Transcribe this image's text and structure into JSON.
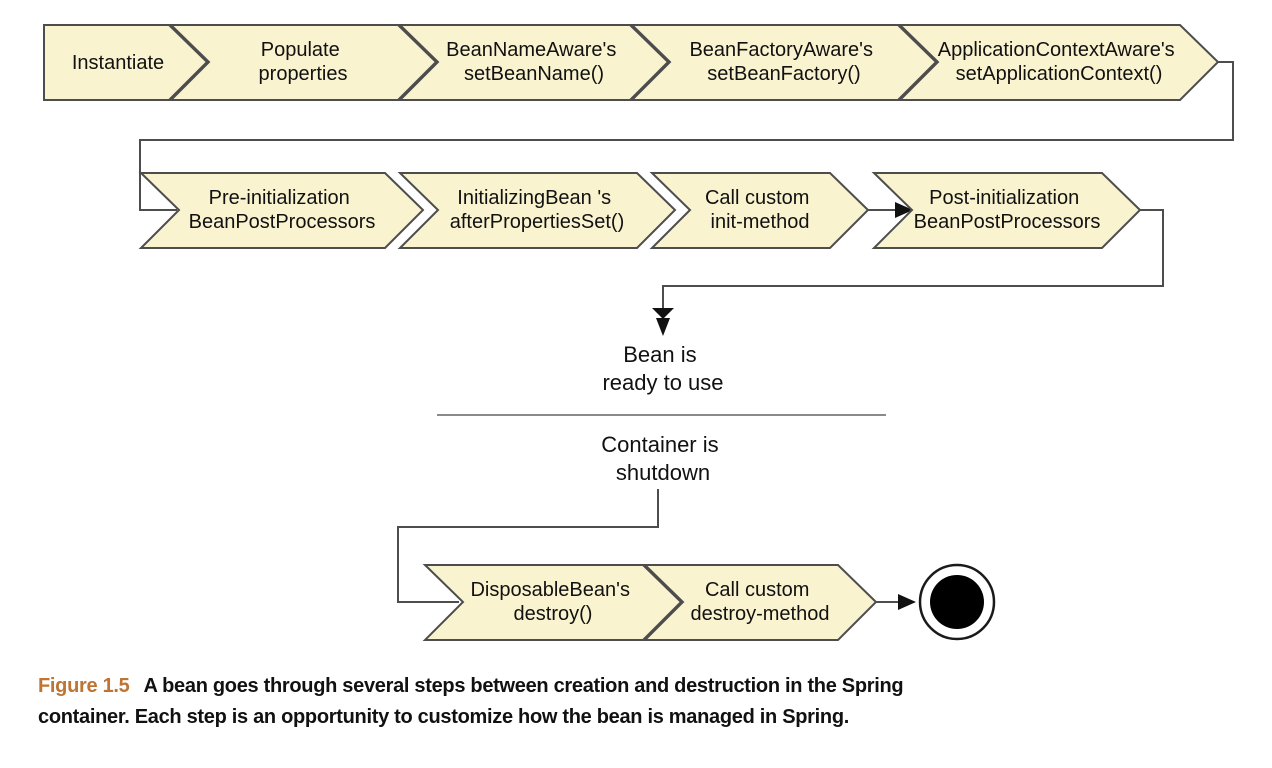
{
  "colors": {
    "chevron_fill": "#FAF3D0",
    "chevron_stroke": "#4D4D4D",
    "connector": "#4D4D4D",
    "diagram_text": "#111111",
    "arrowhead": "#111111",
    "end_node_fill": "#000000",
    "caption_label_color": "#BE7433",
    "caption_text_color": "#111111"
  },
  "diagram": {
    "creation_steps": [
      {
        "name": "instantiate",
        "line1": "Instantiate",
        "line2": ""
      },
      {
        "name": "populate-properties",
        "line1": "Populate",
        "line2": "properties"
      },
      {
        "name": "set-bean-name",
        "line1": "BeanNameAware's",
        "line2": "setBeanName()"
      },
      {
        "name": "set-bean-factory",
        "line1": "BeanFactoryAware's",
        "line2": "setBeanFactory()"
      },
      {
        "name": "set-application-context",
        "line1": "ApplicationContextAware's",
        "line2": "setApplicationContext()"
      }
    ],
    "init_steps": [
      {
        "name": "pre-initialization-beanpostprocessors",
        "line1": "Pre-initialization",
        "line2": "BeanPostProcessors"
      },
      {
        "name": "after-properties-set",
        "line1": "InitializingBean 's",
        "line2": "afterPropertiesSet()"
      },
      {
        "name": "call-custom-init-method",
        "line1": "Call custom",
        "line2": "init-method"
      },
      {
        "name": "post-initialization-beanpostprocessors",
        "line1": "Post-initialization",
        "line2": "BeanPostProcessors"
      }
    ],
    "ready_state": {
      "line1": "Bean is",
      "line2": "ready to use"
    },
    "shutdown_state": {
      "line1": "Container is",
      "line2": "shutdown"
    },
    "destroy_steps": [
      {
        "name": "disposable-bean-destroy",
        "line1": "DisposableBean's",
        "line2": "destroy()"
      },
      {
        "name": "call-custom-destroy-method",
        "line1": "Call custom",
        "line2": "destroy-method"
      }
    ]
  },
  "caption": {
    "label": "Figure 1.5",
    "line1": "A bean goes through several steps between creation and destruction in the Spring",
    "line2": "container. Each step is an opportunity to customize how the bean is managed in Spring."
  }
}
